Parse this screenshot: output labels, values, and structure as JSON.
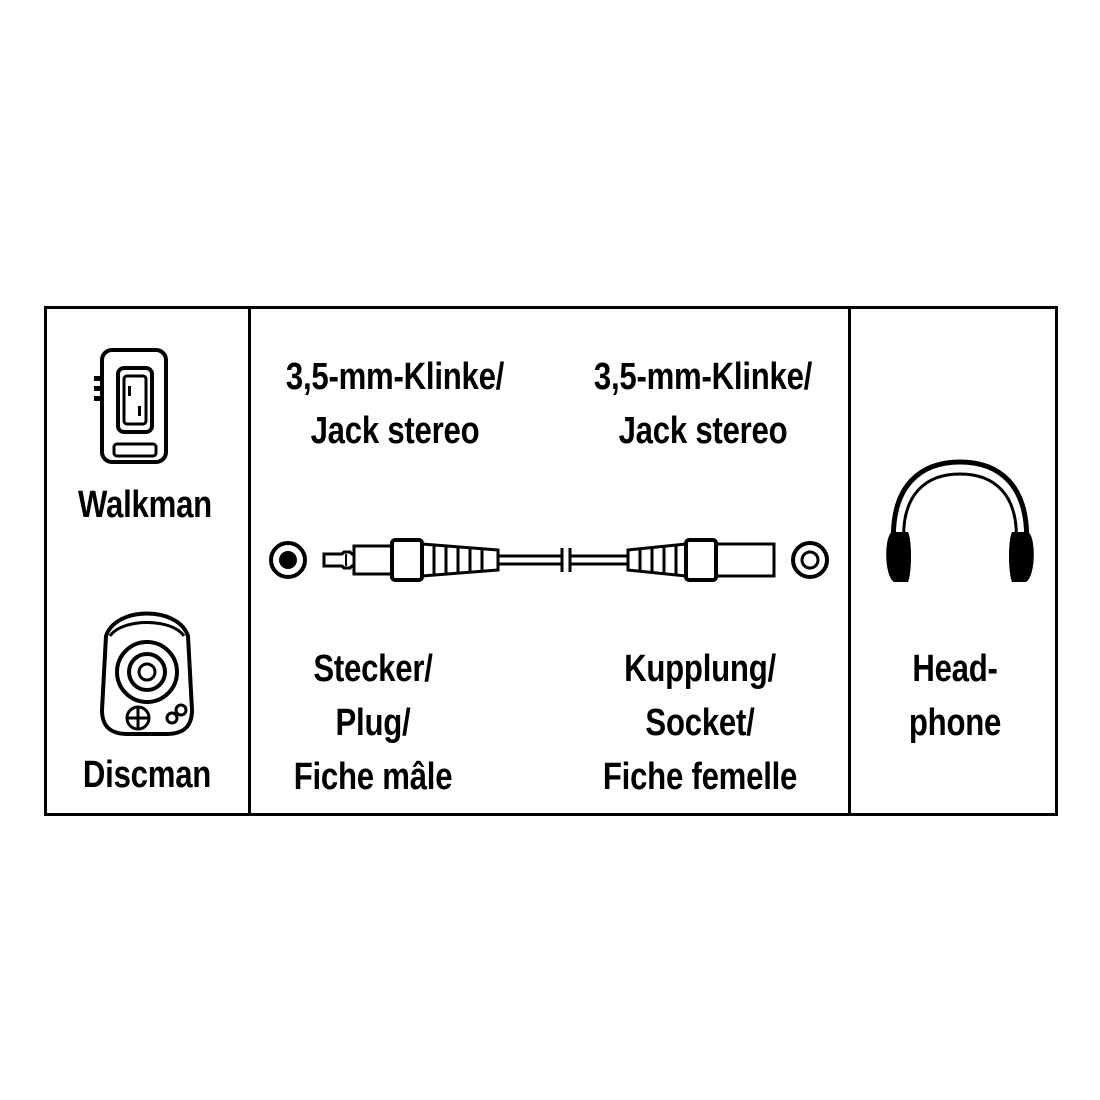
{
  "left_panel": {
    "walkman_label": "Walkman",
    "discman_label": "Discman"
  },
  "middle_panel": {
    "plug_header": [
      "3,5-mm-Klinke/",
      "Jack stereo"
    ],
    "socket_header": [
      "3,5-mm-Klinke/",
      "Jack stereo"
    ],
    "plug_caption": [
      "Stecker/",
      "Plug/",
      "Fiche mâle"
    ],
    "socket_caption": [
      "Kupplung/",
      "Socket/",
      "Fiche femelle"
    ]
  },
  "right_panel": {
    "headphone_label": [
      "Head-",
      "phone"
    ]
  },
  "icons": [
    "walkman-icon",
    "discman-icon",
    "jack-socket-icon",
    "plug-icon",
    "cable-icon",
    "coupling-icon",
    "ring-socket-icon",
    "headphone-icon"
  ]
}
